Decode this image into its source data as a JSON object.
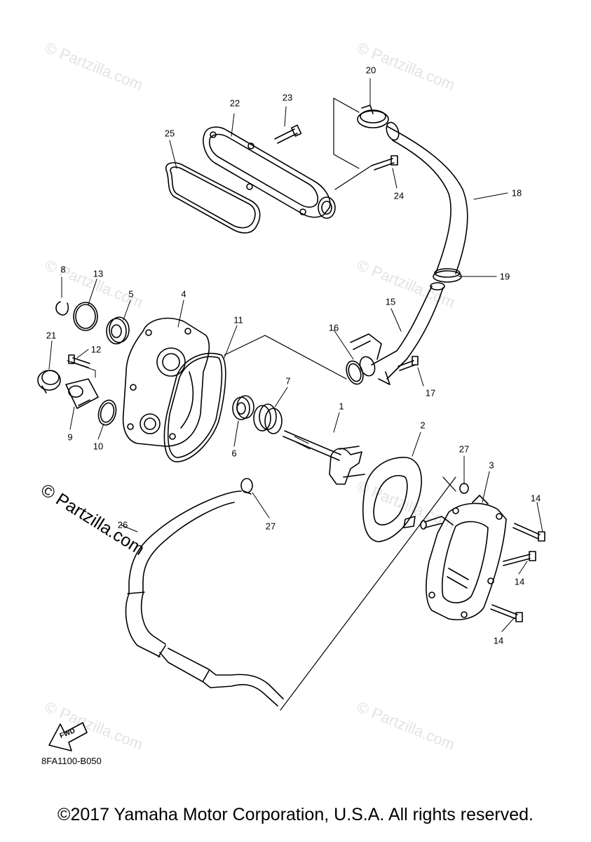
{
  "watermark": {
    "small_text": "© Partzilla.com",
    "large_text": "© Partzilla.com"
  },
  "callouts": [
    "1",
    "2",
    "3",
    "4",
    "5",
    "6",
    "7",
    "8",
    "9",
    "10",
    "11",
    "12",
    "13",
    "14",
    "14",
    "14",
    "15",
    "16",
    "17",
    "18",
    "19",
    "20",
    "21",
    "22",
    "23",
    "24",
    "25",
    "26",
    "27",
    "27"
  ],
  "diagram_code": "8FA1100-B050",
  "fwd_label": "FWD",
  "copyright": "©2017 Yamaha Motor Corporation, U.S.A. All rights reserved."
}
